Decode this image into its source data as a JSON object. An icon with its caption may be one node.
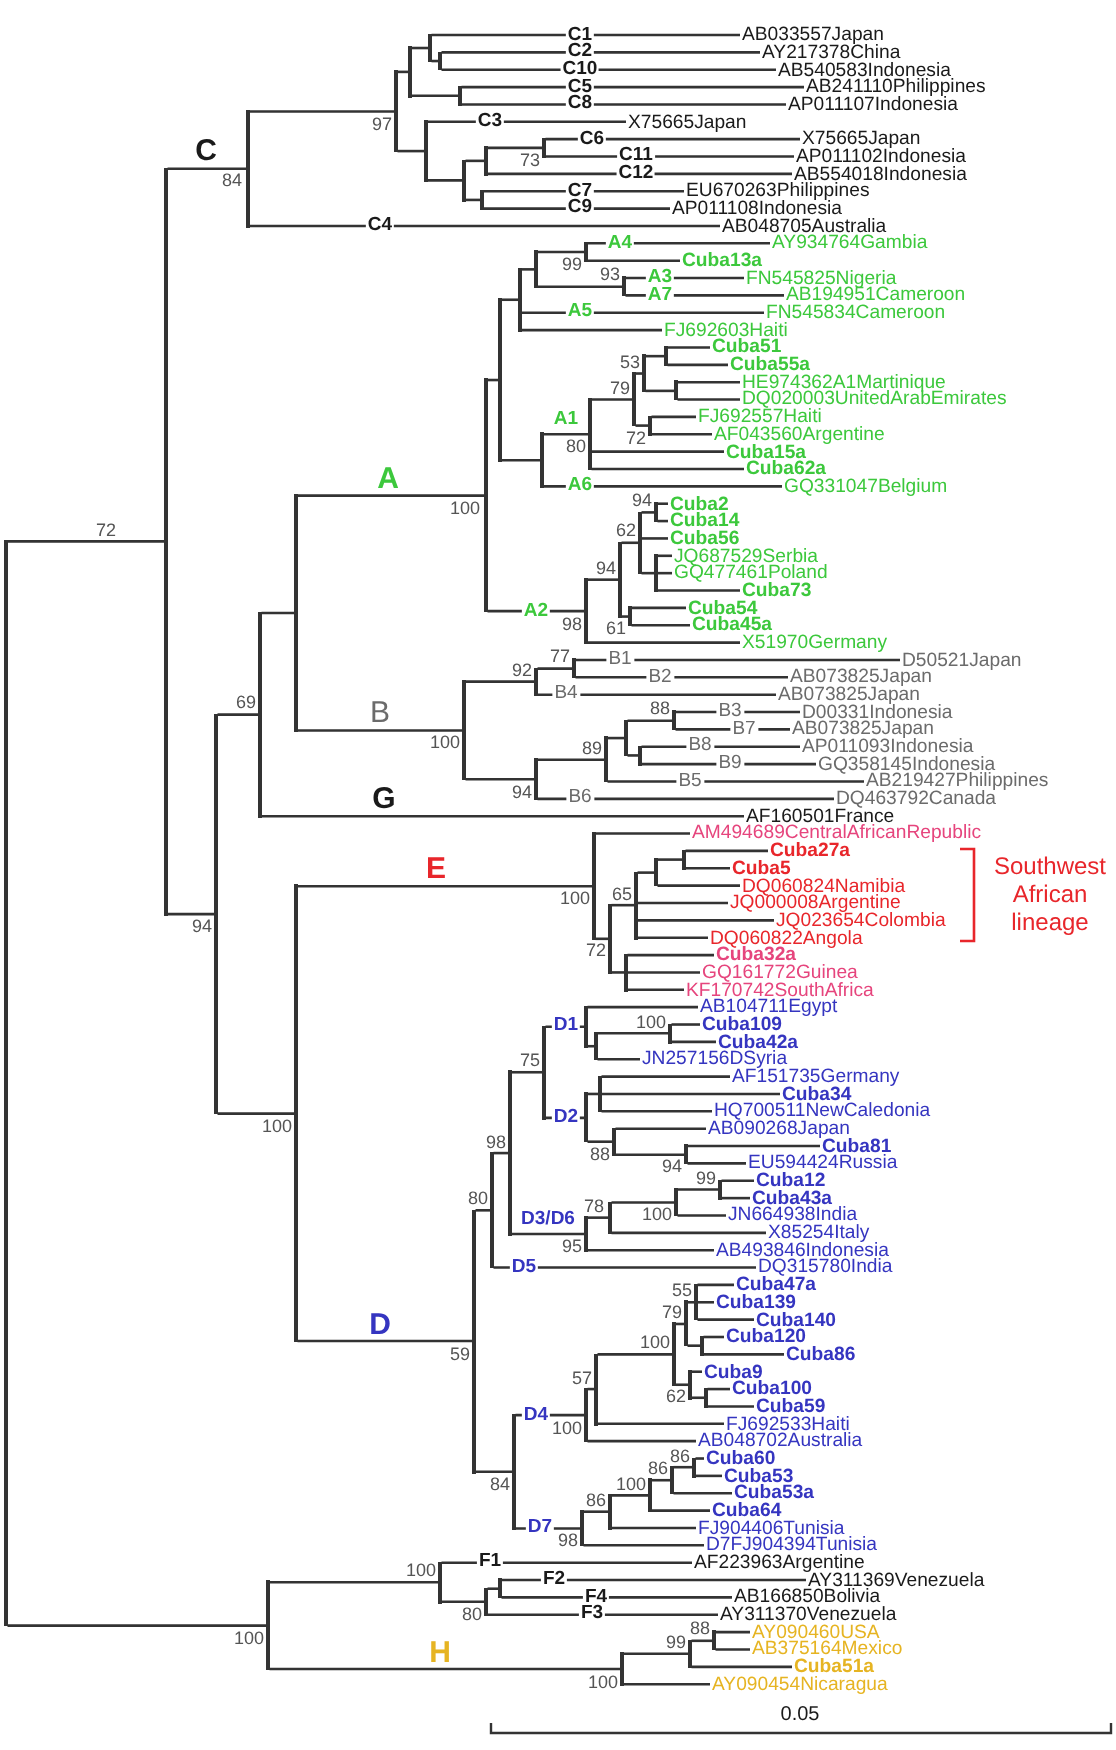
{
  "diagram": {
    "nodes": [
      {
        "text": [],
        "shape": "bar"
      },
      {
        "text": [],
        "shape": "bar",
        "beside": [
          "72"
        ]
      },
      {
        "text": [],
        "shape": "bar",
        "beside": [
          "84"
        ]
      },
      {
        "text": [],
        "shape": "bar",
        "beside": [
          "97"
        ]
      },
      {
        "text": [],
        "shape": "bar"
      },
      {
        "text": [],
        "shape": "bar"
      },
      {
        "text": [
          "AB033557Japan"
        ]
      },
      {
        "text": [],
        "shape": "bar"
      },
      {
        "text": [
          "AY217378China"
        ]
      },
      {
        "text": [
          "AB540583Indonesia"
        ]
      },
      {
        "text": [],
        "shape": "bar"
      },
      {
        "text": [
          "AB241110Philippines"
        ]
      },
      {
        "text": [
          "AP011107Indonesia"
        ]
      },
      {
        "text": [],
        "shape": "bar"
      },
      {
        "text": [
          "X75665Japan"
        ]
      },
      {
        "text": [],
        "shape": "bar"
      },
      {
        "text": [],
        "shape": "bar"
      },
      {
        "text": [],
        "shape": "bar",
        "beside": [
          "73"
        ]
      },
      {
        "text": [
          "X75665Japan"
        ]
      },
      {
        "text": [
          "AP011102Indonesia"
        ]
      },
      {
        "text": [
          "AB554018Indonesia"
        ]
      },
      {
        "text": [],
        "shape": "bar"
      },
      {
        "text": [
          "EU670263Philippines"
        ]
      },
      {
        "text": [
          "AP011108Indonesia"
        ]
      },
      {
        "text": [
          "AB048705Australia"
        ]
      },
      {
        "text": [],
        "shape": "bar",
        "beside": [
          "94"
        ]
      },
      {
        "text": [],
        "shape": "bar",
        "beside": [
          "69"
        ]
      },
      {
        "text": [],
        "shape": "bar"
      },
      {
        "text": [],
        "shape": "bar",
        "beside": [
          "100"
        ]
      },
      {
        "text": [],
        "shape": "bar"
      },
      {
        "text": [],
        "shape": "bar"
      },
      {
        "text": [],
        "shape": "bar"
      },
      {
        "text": [],
        "shape": "bar",
        "beside": [
          "99"
        ]
      },
      {
        "text": [
          "AY934764Gambia"
        ]
      },
      {
        "text": [
          "Cuba13a"
        ]
      },
      {
        "text": [],
        "shape": "bar",
        "beside": [
          "93"
        ]
      },
      {
        "text": [
          "FN545825Nigeria"
        ]
      },
      {
        "text": [
          "AB194951Cameroon"
        ]
      },
      {
        "text": [
          "FN545834Cameroon"
        ]
      },
      {
        "text": [
          "FJ692603Haiti"
        ]
      },
      {
        "text": [],
        "shape": "bar"
      },
      {
        "text": [],
        "shape": "bar",
        "beside": [
          "80"
        ]
      },
      {
        "text": [],
        "shape": "bar",
        "beside": [
          "79"
        ]
      },
      {
        "text": [],
        "shape": "bar",
        "beside": [
          "53"
        ]
      },
      {
        "text": [],
        "shape": "bar"
      },
      {
        "text": [
          "Cuba51"
        ]
      },
      {
        "text": [
          "Cuba55a"
        ]
      },
      {
        "text": [],
        "shape": "bar"
      },
      {
        "text": [
          "HE974362A1Martinique"
        ]
      },
      {
        "text": [
          "DQ020003UnitedArabEmirates"
        ]
      },
      {
        "text": [],
        "shape": "bar",
        "beside": [
          "72"
        ]
      },
      {
        "text": [
          "FJ692557Haiti"
        ]
      },
      {
        "text": [
          "AF043560Argentine"
        ]
      },
      {
        "text": [
          "Cuba15a"
        ]
      },
      {
        "text": [
          "Cuba62a"
        ]
      },
      {
        "text": [
          "GQ331047Belgium"
        ]
      },
      {
        "text": [],
        "shape": "bar",
        "beside": [
          "98"
        ]
      },
      {
        "text": [],
        "shape": "bar",
        "beside": [
          "94"
        ]
      },
      {
        "text": [],
        "shape": "bar",
        "beside": [
          "62"
        ]
      },
      {
        "text": [],
        "shape": "bar",
        "beside": [
          "94"
        ]
      },
      {
        "text": [
          "Cuba2"
        ]
      },
      {
        "text": [
          "Cuba14"
        ]
      },
      {
        "text": [
          "Cuba56"
        ]
      },
      {
        "text": [],
        "shape": "bar"
      },
      {
        "text": [
          "JQ687529Serbia"
        ]
      },
      {
        "text": [
          "GQ477461Poland"
        ]
      },
      {
        "text": [
          "Cuba73"
        ]
      },
      {
        "text": [],
        "shape": "bar",
        "beside": [
          "61"
        ]
      },
      {
        "text": [
          "Cuba54"
        ]
      },
      {
        "text": [
          "Cuba45a"
        ]
      },
      {
        "text": [
          "X51970Germany"
        ]
      },
      {
        "text": [],
        "shape": "bar",
        "beside": [
          "100"
        ]
      },
      {
        "text": [],
        "shape": "bar",
        "beside": [
          "92"
        ]
      },
      {
        "text": [],
        "shape": "bar",
        "beside": [
          "77"
        ]
      },
      {
        "text": [
          "D50521Japan"
        ]
      },
      {
        "text": [
          "AB073825Japan"
        ]
      },
      {
        "text": [
          "AB073825Japan"
        ]
      },
      {
        "text": [],
        "shape": "bar",
        "beside": [
          "94"
        ]
      },
      {
        "text": [],
        "shape": "bar",
        "beside": [
          "89"
        ]
      },
      {
        "text": [],
        "shape": "bar"
      },
      {
        "text": [],
        "shape": "bar",
        "beside": [
          "88"
        ]
      },
      {
        "text": [
          "D00331Indonesia"
        ]
      },
      {
        "text": [
          "AB073825Japan"
        ]
      },
      {
        "text": [],
        "shape": "bar"
      },
      {
        "text": [
          "AP011093Indonesia"
        ]
      },
      {
        "text": [
          "GQ358145Indonesia"
        ]
      },
      {
        "text": [
          "AB219427Philippines"
        ]
      },
      {
        "text": [
          "DQ463792Canada"
        ]
      },
      {
        "text": [
          "AF160501France"
        ]
      },
      {
        "text": [],
        "shape": "bar",
        "beside": [
          "100"
        ]
      },
      {
        "text": [],
        "shape": "bar",
        "beside": [
          "100"
        ]
      },
      {
        "text": [
          "AM494689CentralAfricanRepublic"
        ]
      },
      {
        "text": [],
        "shape": "bar",
        "beside": [
          "72"
        ]
      },
      {
        "text": [],
        "shape": "bar",
        "beside": [
          "65"
        ]
      },
      {
        "text": [],
        "shape": "bar"
      },
      {
        "text": [],
        "shape": "bar"
      },
      {
        "text": [
          "Cuba27a"
        ]
      },
      {
        "text": [
          "Cuba5"
        ]
      },
      {
        "text": [
          "DQ060824Namibia"
        ]
      },
      {
        "text": [
          "JQ000008Argentine"
        ]
      },
      {
        "text": [
          "JQ023654Colombia"
        ]
      },
      {
        "text": [
          "DQ060822Angola"
        ]
      },
      {
        "text": [],
        "shape": "bar"
      },
      {
        "text": [
          "Cuba32a"
        ]
      },
      {
        "text": [
          "GQ161772Guinea"
        ]
      },
      {
        "text": [
          "KF170742SouthAfrica"
        ]
      },
      {
        "text": [],
        "shape": "bar",
        "beside": [
          "59"
        ]
      },
      {
        "text": [],
        "shape": "bar",
        "beside": [
          "80"
        ]
      },
      {
        "text": [],
        "shape": "bar",
        "beside": [
          "98"
        ]
      },
      {
        "text": [],
        "shape": "bar",
        "beside": [
          "75"
        ]
      },
      {
        "text": [],
        "shape": "bar"
      },
      {
        "text": [
          "AB104711Egypt"
        ]
      },
      {
        "text": [],
        "shape": "bar"
      },
      {
        "text": [],
        "shape": "bar",
        "beside": [
          "100"
        ]
      },
      {
        "text": [
          "Cuba109"
        ]
      },
      {
        "text": [
          "Cuba42a"
        ]
      },
      {
        "text": [
          "JN257156DSyria"
        ]
      },
      {
        "text": [],
        "shape": "bar"
      },
      {
        "text": [],
        "shape": "bar"
      },
      {
        "text": [
          "AF151735Germany"
        ]
      },
      {
        "text": [
          "Cuba34"
        ]
      },
      {
        "text": [
          "HQ700511NewCaledonia"
        ]
      },
      {
        "text": [],
        "shape": "bar",
        "beside": [
          "88"
        ]
      },
      {
        "text": [
          "AB090268Japan"
        ]
      },
      {
        "text": [],
        "shape": "bar",
        "beside": [
          "94"
        ]
      },
      {
        "text": [
          "Cuba81"
        ]
      },
      {
        "text": [
          "EU594424Russia"
        ]
      },
      {
        "text": [],
        "shape": "bar",
        "beside": [
          "95"
        ]
      },
      {
        "text": [],
        "shape": "bar",
        "beside": [
          "78"
        ]
      },
      {
        "text": [],
        "shape": "bar",
        "beside": [
          "100"
        ]
      },
      {
        "text": [],
        "shape": "bar",
        "beside": [
          "99"
        ]
      },
      {
        "text": [
          "Cuba12"
        ]
      },
      {
        "text": [
          "Cuba43a"
        ]
      },
      {
        "text": [
          "JN664938India"
        ]
      },
      {
        "text": [
          "X85254Italy"
        ]
      },
      {
        "text": [
          "AB493846Indonesia"
        ]
      },
      {
        "text": [
          "DQ315780India"
        ]
      },
      {
        "text": [],
        "shape": "bar",
        "beside": [
          "84"
        ]
      },
      {
        "text": [],
        "shape": "bar",
        "beside": [
          "100"
        ]
      },
      {
        "text": [],
        "shape": "bar",
        "beside": [
          "57"
        ]
      },
      {
        "text": [],
        "shape": "bar",
        "beside": [
          "100"
        ]
      },
      {
        "text": [],
        "shape": "bar",
        "beside": [
          "79"
        ]
      },
      {
        "text": [],
        "shape": "bar",
        "beside": [
          "55"
        ]
      },
      {
        "text": [
          "Cuba47a"
        ]
      },
      {
        "text": [
          "Cuba139"
        ]
      },
      {
        "text": [
          "Cuba140"
        ]
      },
      {
        "text": [],
        "shape": "bar"
      },
      {
        "text": [
          "Cuba120"
        ]
      },
      {
        "text": [
          "Cuba86"
        ]
      },
      {
        "text": [],
        "shape": "bar",
        "beside": [
          "62"
        ]
      },
      {
        "text": [
          "Cuba9"
        ]
      },
      {
        "text": [],
        "shape": "bar"
      },
      {
        "text": [
          "Cuba100"
        ]
      },
      {
        "text": [
          "Cuba59"
        ]
      },
      {
        "text": [
          "FJ692533Haiti"
        ]
      },
      {
        "text": [
          "AB048702Australia"
        ]
      },
      {
        "text": [],
        "shape": "bar",
        "beside": [
          "98"
        ]
      },
      {
        "text": [],
        "shape": "bar",
        "beside": [
          "86"
        ]
      },
      {
        "text": [],
        "shape": "bar",
        "beside": [
          "100"
        ]
      },
      {
        "text": [],
        "shape": "bar",
        "beside": [
          "86"
        ]
      },
      {
        "text": [],
        "shape": "bar",
        "beside": [
          "86"
        ]
      },
      {
        "text": [
          "Cuba60"
        ]
      },
      {
        "text": [
          "Cuba53"
        ]
      },
      {
        "text": [
          "Cuba53a"
        ]
      },
      {
        "text": [
          "Cuba64"
        ]
      },
      {
        "text": [
          "FJ904406Tunisia"
        ]
      },
      {
        "text": [
          "D7FJ904394Tunisia"
        ]
      },
      {
        "text": [],
        "shape": "bar",
        "beside": [
          "100"
        ]
      },
      {
        "text": [],
        "shape": "bar",
        "beside": [
          "100"
        ]
      },
      {
        "text": [
          "AF223963Argentine"
        ]
      },
      {
        "text": [],
        "shape": "bar",
        "beside": [
          "80"
        ]
      },
      {
        "text": [],
        "shape": "bar"
      },
      {
        "text": [
          "AY311369Venezuela"
        ]
      },
      {
        "text": [
          "AB166850Bolivia"
        ]
      },
      {
        "text": [
          "AY311370Venezuela"
        ]
      },
      {
        "text": [],
        "shape": "bar",
        "beside": [
          "100"
        ]
      },
      {
        "text": [],
        "shape": "bar",
        "beside": [
          "99"
        ]
      },
      {
        "text": [],
        "shape": "bar",
        "beside": [
          "88"
        ]
      },
      {
        "text": [
          "AY090460USA"
        ]
      },
      {
        "text": [
          "AB375164Mexico"
        ]
      },
      {
        "text": [
          "Cuba51a"
        ]
      },
      {
        "text": [
          "AY090454Nicaragua"
        ]
      }
    ],
    "edges": [
      {
        "from": 0,
        "to": 1,
        "arrow": "none"
      },
      {
        "from": 1,
        "to": 2,
        "arrow": "none",
        "label": "C"
      },
      {
        "from": 2,
        "to": 3,
        "arrow": "none"
      },
      {
        "from": 3,
        "to": 4,
        "arrow": "none"
      },
      {
        "from": 4,
        "to": 5,
        "arrow": "none"
      },
      {
        "from": 5,
        "to": 6,
        "arrow": "none",
        "label": "C1"
      },
      {
        "from": 5,
        "to": 7,
        "arrow": "none"
      },
      {
        "from": 7,
        "to": 8,
        "arrow": "none",
        "label": "C2"
      },
      {
        "from": 7,
        "to": 9,
        "arrow": "none",
        "label": "C10"
      },
      {
        "from": 4,
        "to": 10,
        "arrow": "none"
      },
      {
        "from": 10,
        "to": 11,
        "arrow": "none",
        "label": "C5"
      },
      {
        "from": 10,
        "to": 12,
        "arrow": "none",
        "label": "C8"
      },
      {
        "from": 3,
        "to": 13,
        "arrow": "none"
      },
      {
        "from": 13,
        "to": 14,
        "arrow": "none",
        "label": "C3"
      },
      {
        "from": 13,
        "to": 15,
        "arrow": "none"
      },
      {
        "from": 15,
        "to": 16,
        "arrow": "none"
      },
      {
        "from": 16,
        "to": 17,
        "arrow": "none"
      },
      {
        "from": 17,
        "to": 18,
        "arrow": "none",
        "label": "C6"
      },
      {
        "from": 17,
        "to": 19,
        "arrow": "none",
        "label": "C11"
      },
      {
        "from": 16,
        "to": 20,
        "arrow": "none",
        "label": "C12"
      },
      {
        "from": 15,
        "to": 21,
        "arrow": "none"
      },
      {
        "from": 21,
        "to": 22,
        "arrow": "none",
        "label": "C7"
      },
      {
        "from": 21,
        "to": 23,
        "arrow": "none",
        "label": "C9"
      },
      {
        "from": 2,
        "to": 24,
        "arrow": "none",
        "label": "C4"
      },
      {
        "from": 1,
        "to": 25,
        "arrow": "none"
      },
      {
        "from": 25,
        "to": 26,
        "arrow": "none"
      },
      {
        "from": 26,
        "to": 27,
        "arrow": "none"
      },
      {
        "from": 27,
        "to": 28,
        "arrow": "none",
        "label": "A"
      },
      {
        "from": 28,
        "to": 29,
        "arrow": "none"
      },
      {
        "from": 29,
        "to": 30,
        "arrow": "none"
      },
      {
        "from": 30,
        "to": 31,
        "arrow": "none"
      },
      {
        "from": 31,
        "to": 32,
        "arrow": "none"
      },
      {
        "from": 32,
        "to": 33,
        "arrow": "none",
        "label": "A4"
      },
      {
        "from": 32,
        "to": 34,
        "arrow": "none"
      },
      {
        "from": 31,
        "to": 35,
        "arrow": "none"
      },
      {
        "from": 35,
        "to": 36,
        "arrow": "none",
        "label": "A3"
      },
      {
        "from": 35,
        "to": 37,
        "arrow": "none",
        "label": "A7"
      },
      {
        "from": 30,
        "to": 38,
        "arrow": "none",
        "label": "A5"
      },
      {
        "from": 30,
        "to": 39,
        "arrow": "none"
      },
      {
        "from": 29,
        "to": 40,
        "arrow": "none"
      },
      {
        "from": 40,
        "to": 41,
        "arrow": "none",
        "label": "A1"
      },
      {
        "from": 41,
        "to": 42,
        "arrow": "none"
      },
      {
        "from": 42,
        "to": 43,
        "arrow": "none"
      },
      {
        "from": 43,
        "to": 44,
        "arrow": "none"
      },
      {
        "from": 44,
        "to": 45,
        "arrow": "none"
      },
      {
        "from": 44,
        "to": 46,
        "arrow": "none"
      },
      {
        "from": 43,
        "to": 47,
        "arrow": "none"
      },
      {
        "from": 47,
        "to": 48,
        "arrow": "none"
      },
      {
        "from": 47,
        "to": 49,
        "arrow": "none"
      },
      {
        "from": 42,
        "to": 50,
        "arrow": "none"
      },
      {
        "from": 50,
        "to": 51,
        "arrow": "none"
      },
      {
        "from": 50,
        "to": 52,
        "arrow": "none"
      },
      {
        "from": 41,
        "to": 53,
        "arrow": "none"
      },
      {
        "from": 41,
        "to": 54,
        "arrow": "none"
      },
      {
        "from": 40,
        "to": 55,
        "arrow": "none",
        "label": "A6"
      },
      {
        "from": 28,
        "to": 56,
        "arrow": "none",
        "label": "A2"
      },
      {
        "from": 56,
        "to": 57,
        "arrow": "none"
      },
      {
        "from": 57,
        "to": 58,
        "arrow": "none"
      },
      {
        "from": 58,
        "to": 59,
        "arrow": "none"
      },
      {
        "from": 59,
        "to": 60,
        "arrow": "none"
      },
      {
        "from": 59,
        "to": 61,
        "arrow": "none"
      },
      {
        "from": 58,
        "to": 62,
        "arrow": "none"
      },
      {
        "from": 58,
        "to": 63,
        "arrow": "none"
      },
      {
        "from": 63,
        "to": 64,
        "arrow": "none"
      },
      {
        "from": 63,
        "to": 65,
        "arrow": "none"
      },
      {
        "from": 63,
        "to": 66,
        "arrow": "none"
      },
      {
        "from": 57,
        "to": 67,
        "arrow": "none"
      },
      {
        "from": 67,
        "to": 68,
        "arrow": "none"
      },
      {
        "from": 67,
        "to": 69,
        "arrow": "none"
      },
      {
        "from": 56,
        "to": 70,
        "arrow": "none"
      },
      {
        "from": 27,
        "to": 71,
        "arrow": "none",
        "label": "B"
      },
      {
        "from": 71,
        "to": 72,
        "arrow": "none"
      },
      {
        "from": 72,
        "to": 73,
        "arrow": "none"
      },
      {
        "from": 73,
        "to": 74,
        "arrow": "none",
        "label": "B1"
      },
      {
        "from": 73,
        "to": 75,
        "arrow": "none",
        "label": "B2"
      },
      {
        "from": 72,
        "to": 76,
        "arrow": "none",
        "label": "B4"
      },
      {
        "from": 71,
        "to": 77,
        "arrow": "none"
      },
      {
        "from": 77,
        "to": 78,
        "arrow": "none"
      },
      {
        "from": 78,
        "to": 79,
        "arrow": "none"
      },
      {
        "from": 79,
        "to": 80,
        "arrow": "none"
      },
      {
        "from": 80,
        "to": 81,
        "arrow": "none",
        "label": "B3"
      },
      {
        "from": 80,
        "to": 82,
        "arrow": "none",
        "label": "B7"
      },
      {
        "from": 79,
        "to": 83,
        "arrow": "none"
      },
      {
        "from": 83,
        "to": 84,
        "arrow": "none",
        "label": "B8"
      },
      {
        "from": 83,
        "to": 85,
        "arrow": "none",
        "label": "B9"
      },
      {
        "from": 78,
        "to": 86,
        "arrow": "none",
        "label": "B5"
      },
      {
        "from": 77,
        "to": 87,
        "arrow": "none",
        "label": "B6"
      },
      {
        "from": 26,
        "to": 88,
        "arrow": "none",
        "label": "G"
      },
      {
        "from": 25,
        "to": 89,
        "arrow": "none"
      },
      {
        "from": 89,
        "to": 90,
        "arrow": "none",
        "label": "E"
      },
      {
        "from": 90,
        "to": 91,
        "arrow": "none"
      },
      {
        "from": 90,
        "to": 92,
        "arrow": "none"
      },
      {
        "from": 92,
        "to": 93,
        "arrow": "none"
      },
      {
        "from": 93,
        "to": 94,
        "arrow": "none"
      },
      {
        "from": 94,
        "to": 95,
        "arrow": "none"
      },
      {
        "from": 95,
        "to": 96,
        "arrow": "none"
      },
      {
        "from": 95,
        "to": 97,
        "arrow": "none"
      },
      {
        "from": 94,
        "to": 98,
        "arrow": "none"
      },
      {
        "from": 93,
        "to": 99,
        "arrow": "none"
      },
      {
        "from": 93,
        "to": 100,
        "arrow": "none"
      },
      {
        "from": 93,
        "to": 101,
        "arrow": "none"
      },
      {
        "from": 92,
        "to": 102,
        "arrow": "none"
      },
      {
        "from": 102,
        "to": 103,
        "arrow": "none"
      },
      {
        "from": 102,
        "to": 104,
        "arrow": "none"
      },
      {
        "from": 102,
        "to": 105,
        "arrow": "none"
      },
      {
        "from": 89,
        "to": 106,
        "arrow": "none",
        "label": "D"
      },
      {
        "from": 106,
        "to": 107,
        "arrow": "none"
      },
      {
        "from": 107,
        "to": 108,
        "arrow": "none"
      },
      {
        "from": 108,
        "to": 109,
        "arrow": "none"
      },
      {
        "from": 109,
        "to": 110,
        "arrow": "none",
        "label": "D1"
      },
      {
        "from": 110,
        "to": 111,
        "arrow": "none"
      },
      {
        "from": 110,
        "to": 112,
        "arrow": "none"
      },
      {
        "from": 112,
        "to": 113,
        "arrow": "none"
      },
      {
        "from": 113,
        "to": 114,
        "arrow": "none"
      },
      {
        "from": 113,
        "to": 115,
        "arrow": "none"
      },
      {
        "from": 112,
        "to": 116,
        "arrow": "none"
      },
      {
        "from": 109,
        "to": 117,
        "arrow": "none",
        "label": "D2"
      },
      {
        "from": 117,
        "to": 118,
        "arrow": "none"
      },
      {
        "from": 118,
        "to": 119,
        "arrow": "none"
      },
      {
        "from": 118,
        "to": 120,
        "arrow": "none"
      },
      {
        "from": 118,
        "to": 121,
        "arrow": "none"
      },
      {
        "from": 117,
        "to": 122,
        "arrow": "none"
      },
      {
        "from": 122,
        "to": 123,
        "arrow": "none"
      },
      {
        "from": 122,
        "to": 124,
        "arrow": "none"
      },
      {
        "from": 124,
        "to": 125,
        "arrow": "none"
      },
      {
        "from": 124,
        "to": 126,
        "arrow": "none"
      },
      {
        "from": 108,
        "to": 127,
        "arrow": "none",
        "label": "D3/D6"
      },
      {
        "from": 127,
        "to": 128,
        "arrow": "none"
      },
      {
        "from": 128,
        "to": 129,
        "arrow": "none"
      },
      {
        "from": 129,
        "to": 130,
        "arrow": "none"
      },
      {
        "from": 130,
        "to": 131,
        "arrow": "none"
      },
      {
        "from": 130,
        "to": 132,
        "arrow": "none"
      },
      {
        "from": 129,
        "to": 133,
        "arrow": "none"
      },
      {
        "from": 128,
        "to": 134,
        "arrow": "none"
      },
      {
        "from": 127,
        "to": 135,
        "arrow": "none"
      },
      {
        "from": 107,
        "to": 136,
        "arrow": "none",
        "label": "D5"
      },
      {
        "from": 106,
        "to": 137,
        "arrow": "none"
      },
      {
        "from": 137,
        "to": 138,
        "arrow": "none",
        "label": "D4"
      },
      {
        "from": 138,
        "to": 139,
        "arrow": "none"
      },
      {
        "from": 139,
        "to": 140,
        "arrow": "none"
      },
      {
        "from": 140,
        "to": 141,
        "arrow": "none"
      },
      {
        "from": 141,
        "to": 142,
        "arrow": "none"
      },
      {
        "from": 142,
        "to": 143,
        "arrow": "none"
      },
      {
        "from": 142,
        "to": 144,
        "arrow": "none"
      },
      {
        "from": 142,
        "to": 145,
        "arrow": "none"
      },
      {
        "from": 141,
        "to": 146,
        "arrow": "none"
      },
      {
        "from": 146,
        "to": 147,
        "arrow": "none"
      },
      {
        "from": 146,
        "to": 148,
        "arrow": "none"
      },
      {
        "from": 140,
        "to": 149,
        "arrow": "none"
      },
      {
        "from": 149,
        "to": 150,
        "arrow": "none"
      },
      {
        "from": 149,
        "to": 151,
        "arrow": "none"
      },
      {
        "from": 151,
        "to": 152,
        "arrow": "none"
      },
      {
        "from": 151,
        "to": 153,
        "arrow": "none"
      },
      {
        "from": 139,
        "to": 154,
        "arrow": "none"
      },
      {
        "from": 138,
        "to": 155,
        "arrow": "none"
      },
      {
        "from": 137,
        "to": 156,
        "arrow": "none",
        "label": "D7"
      },
      {
        "from": 156,
        "to": 157,
        "arrow": "none"
      },
      {
        "from": 157,
        "to": 158,
        "arrow": "none"
      },
      {
        "from": 158,
        "to": 159,
        "arrow": "none"
      },
      {
        "from": 159,
        "to": 160,
        "arrow": "none"
      },
      {
        "from": 160,
        "to": 161,
        "arrow": "none"
      },
      {
        "from": 160,
        "to": 162,
        "arrow": "none"
      },
      {
        "from": 159,
        "to": 163,
        "arrow": "none"
      },
      {
        "from": 158,
        "to": 164,
        "arrow": "none"
      },
      {
        "from": 157,
        "to": 165,
        "arrow": "none"
      },
      {
        "from": 156,
        "to": 166,
        "arrow": "none"
      },
      {
        "from": 0,
        "to": 167,
        "arrow": "none"
      },
      {
        "from": 167,
        "to": 168,
        "arrow": "none"
      },
      {
        "from": 168,
        "to": 169,
        "arrow": "none",
        "label": "F1"
      },
      {
        "from": 168,
        "to": 170,
        "arrow": "none"
      },
      {
        "from": 170,
        "to": 171,
        "arrow": "none"
      },
      {
        "from": 171,
        "to": 172,
        "arrow": "none",
        "label": "F2"
      },
      {
        "from": 171,
        "to": 173,
        "arrow": "none",
        "label": "F4"
      },
      {
        "from": 170,
        "to": 174,
        "arrow": "none",
        "label": "F3"
      },
      {
        "from": 167,
        "to": 175,
        "arrow": "none",
        "label": "H"
      },
      {
        "from": 175,
        "to": 176,
        "arrow": "none"
      },
      {
        "from": 176,
        "to": 177,
        "arrow": "none"
      },
      {
        "from": 177,
        "to": 178,
        "arrow": "none"
      },
      {
        "from": 177,
        "to": 179,
        "arrow": "none"
      },
      {
        "from": 176,
        "to": 180,
        "arrow": "none"
      },
      {
        "from": 175,
        "to": 181,
        "arrow": "none"
      }
    ],
    "labels": [
      "Southwest African lineage",
      "0.05"
    ]
  }
}
